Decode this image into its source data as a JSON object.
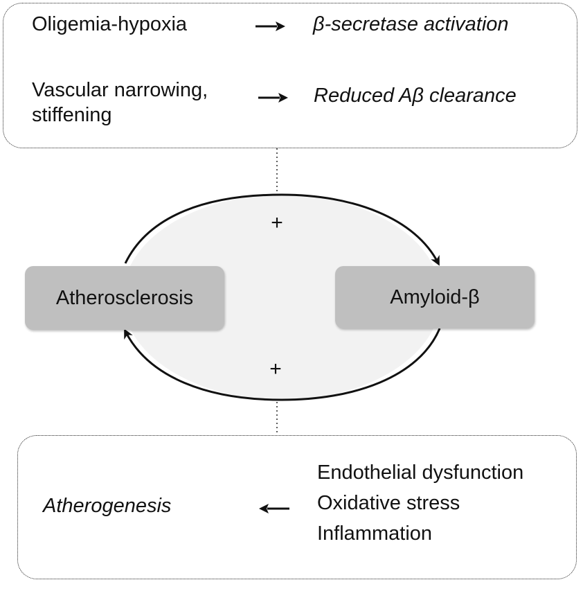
{
  "top_box": {
    "rows": [
      {
        "cause": "Oligemia-hypoxia",
        "effect": "β-secretase activation"
      },
      {
        "cause": "Vascular narrowing, stiffening",
        "effect": "Reduced Aβ clearance"
      }
    ]
  },
  "cycle": {
    "left_node": "Atherosclerosis",
    "right_node": "Amyloid-β",
    "top_sign": "+",
    "bottom_sign": "+"
  },
  "bottom_box": {
    "outcome": "Atherogenesis",
    "causes": [
      "Endothelial dysfunction",
      "Oxidative stress",
      "Inflammation"
    ]
  }
}
